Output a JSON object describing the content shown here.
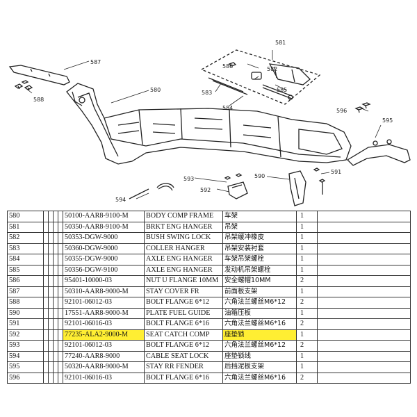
{
  "diagram": {
    "callouts": [
      "581",
      "586",
      "582",
      "587",
      "580",
      "583",
      "585",
      "584",
      "596",
      "595",
      "588",
      "590",
      "591",
      "593",
      "592",
      "594"
    ]
  },
  "table": {
    "rows": [
      {
        "idx": "580",
        "part": "50100-AAR8-9100-M",
        "name": "BODY COMP FRAME",
        "cn": "车架",
        "qty": "1",
        "highlight": false
      },
      {
        "idx": "581",
        "part": "50350-AAR8-9100-M",
        "name": "BRKT ENG HANGER",
        "cn": "吊架",
        "qty": "1",
        "highlight": false
      },
      {
        "idx": "582",
        "part": "50353-DGW-9000",
        "name": "BUSH SWING LOCK",
        "cn": "吊架缓冲橡皮",
        "qty": "1",
        "highlight": false
      },
      {
        "idx": "583",
        "part": "50360-DGW-9000",
        "name": "COLLER HANGER",
        "cn": "吊架安装衬套",
        "qty": "1",
        "highlight": false
      },
      {
        "idx": "584",
        "part": "50355-DGW-9000",
        "name": "AXLE  ENG HANGER",
        "cn": "车架吊架螺栓",
        "qty": "1",
        "highlight": false
      },
      {
        "idx": "585",
        "part": "50356-DGW-9100",
        "name": "AXLE  ENG HANGER",
        "cn": "发动机吊架螺栓",
        "qty": "1",
        "highlight": false
      },
      {
        "idx": "586",
        "part": "95401-10000-03",
        "name": "NUT U FLANGE 10MM",
        "cn": "安全螺帽10MM",
        "qty": "2",
        "highlight": false
      },
      {
        "idx": "587",
        "part": "50310-AAR8-9000-M",
        "name": "STAY COVER FR",
        "cn": "前面板支架",
        "qty": "1",
        "highlight": false
      },
      {
        "idx": "588",
        "part": "92101-06012-03",
        "name": "BOLT FLANGE 6*12",
        "cn": "六角法兰螺丝M6*12",
        "qty": "2",
        "highlight": false
      },
      {
        "idx": "590",
        "part": "17551-AAR8-9000-M",
        "name": "PLATE FUEL GUIDE",
        "cn": "油箱压板",
        "qty": "1",
        "highlight": false
      },
      {
        "idx": "591",
        "part": "92101-06016-03",
        "name": "BOLT FLANGE 6*16",
        "cn": "六角法兰螺丝M6*16",
        "qty": "2",
        "highlight": false
      },
      {
        "idx": "592",
        "part": "77235-ALA2-9000-M",
        "name": "SEAT CATCH COMP",
        "cn": "座垫锁",
        "qty": "1",
        "highlight": true
      },
      {
        "idx": "593",
        "part": "92101-06012-03",
        "name": "BOLT FLANGE 6*12",
        "cn": "六角法兰螺丝M6*12",
        "qty": "2",
        "highlight": false
      },
      {
        "idx": "594",
        "part": "77240-AAR8-9000",
        "name": "CABLE SEAT LOCK",
        "cn": "座垫锁线",
        "qty": "1",
        "highlight": false
      },
      {
        "idx": "595",
        "part": "50320-AAR8-9000-M",
        "name": "STAY RR FENDER",
        "cn": "后挡泥板支架",
        "qty": "1",
        "highlight": false
      },
      {
        "idx": "596",
        "part": "92101-06016-03",
        "name": "BOLT FLANGE 6*16",
        "cn": "六角法兰螺丝M6*16",
        "qty": "2",
        "highlight": false
      }
    ]
  }
}
